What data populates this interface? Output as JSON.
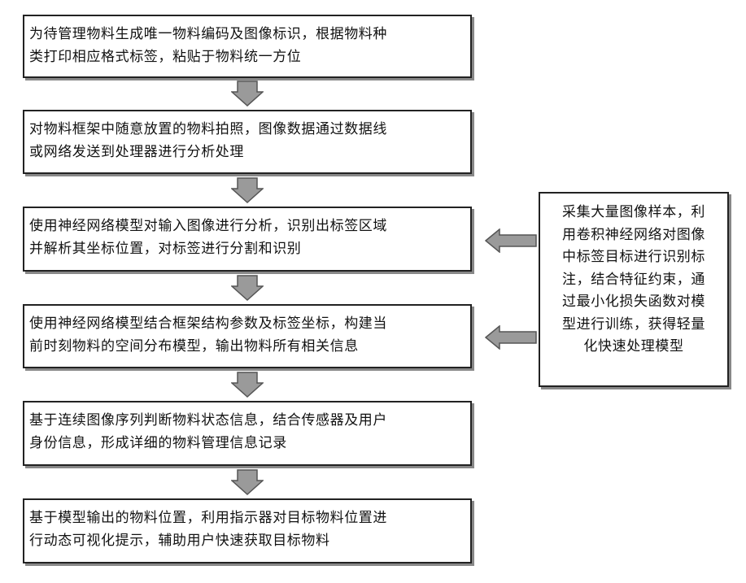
{
  "steps": [
    {
      "text": "为待管理物料生成唯一物料编码及图像标识，根据物料种\n类打印相应格式标签，粘贴于物料统一方位"
    },
    {
      "text": "对物料框架中随意放置的物料拍照，图像数据通过数据线\n或网络发送到处理器进行分析处理"
    },
    {
      "text": "使用神经网络模型对输入图像进行分析，识别出标签区域\n并解析其坐标位置，对标签进行分割和识别"
    },
    {
      "text": "使用神经网络模型结合框架结构参数及标签坐标，构建当\n前时刻物料的空间分布模型，输出物料所有相关信息"
    },
    {
      "text": "基于连续图像序列判断物料状态信息，结合传感器及用户\n身份信息，形成详细的物料管理信息记录"
    },
    {
      "text": "基于模型输出的物料位置，利用指示器对目标物料位置进\n行动态可视化提示，辅助用户快速获取目标物料"
    }
  ],
  "side_box": {
    "text": "采集大量图像样本，利\n用卷积神经网络对图像\n中标签目标进行识别标\n注，结合特征约束，通\n过最小化损失函数对模\n型进行训练，获得轻量\n化快速处理模型"
  },
  "colors": {
    "border": "#222222",
    "arrow_fill": "#9a9a9a",
    "arrow_stroke": "#555555",
    "shadow": "#888888"
  }
}
